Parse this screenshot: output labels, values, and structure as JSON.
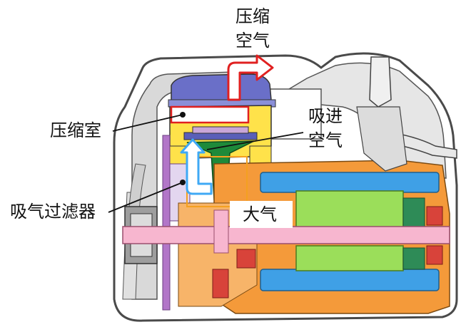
{
  "labels": {
    "compressed_air": [
      "压缩",
      "空气"
    ],
    "intake_air": [
      "吸进",
      "空气"
    ],
    "compression_chamber": "压缩室",
    "intake_filter": "吸气过滤器",
    "atmosphere": "大气"
  },
  "colors": {
    "housing_outline": "#4a4a4a",
    "housing_fill": "#ffffff",
    "frame_gray": "#bdbdbd",
    "compressor_head": "#6a6fc8",
    "cylinder_yellow": "#ffe24a",
    "filter_purple": "#b276c8",
    "motor_frame_orange": "#f49a3a",
    "stator_blue": "#3fa0e6",
    "rotor_green": "#9bde5a",
    "shaft_pink": "#f7b6cf",
    "piston_green": "#1e8a3a",
    "bearing_red": "#d8433a",
    "arrow_out_red": "#e02020",
    "arrow_in_blue": "#3fa9f5",
    "leader_line": "#111111"
  }
}
